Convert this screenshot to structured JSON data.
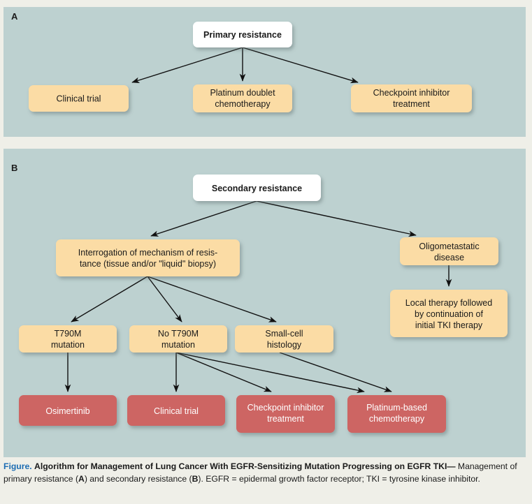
{
  "figure": {
    "panels": [
      {
        "letter": "A",
        "name": "primary-resistance",
        "root": {
          "label": "Primary resistance",
          "style": "white"
        },
        "children": [
          {
            "label": "Clinical trial",
            "style": "tan"
          },
          {
            "label": "Platinum doublet\nchemotherapy",
            "style": "tan"
          },
          {
            "label": "Checkpoint inhibitor\ntreatment",
            "style": "tan"
          }
        ]
      },
      {
        "letter": "B",
        "name": "secondary-resistance",
        "root": {
          "label": "Secondary resistance",
          "style": "white"
        },
        "level2": [
          {
            "label": "Interrogation of mechanism of resis-\ntance (tissue and/or \"liquid\" biopsy)",
            "style": "tan"
          },
          {
            "label": "Oligometastatic\ndisease",
            "style": "tan"
          }
        ],
        "level3": [
          {
            "label": "T790M\nmutation",
            "style": "tan"
          },
          {
            "label": "No  T790M\nmutation",
            "style": "tan"
          },
          {
            "label": "Small-cell\nhistology",
            "style": "tan"
          },
          {
            "label": "Local therapy followed\nby continuation of\ninitial TKI therapy",
            "style": "tan"
          }
        ],
        "level4": [
          {
            "label": "Osimertinib",
            "style": "red"
          },
          {
            "label": "Clinical trial",
            "style": "red"
          },
          {
            "label": "Checkpoint inhibitor\ntreatment",
            "style": "red"
          },
          {
            "label": "Platinum-based\nchemotherapy",
            "style": "red"
          }
        ]
      }
    ],
    "caption": {
      "lead": "Figure.",
      "title": "Algorithm for Management of Lung Cancer With EGFR-Sensitizing Mutation Progressing on EGFR TKI—",
      "body_1": "Management of primary resistance (",
      "body_a": "A",
      "body_2": ") and secondary resistance (",
      "body_b": "B",
      "body_3": "). EGFR = epidermal growth factor receptor; TKI = tyrosine kinase inhibitor."
    },
    "colors": {
      "panel_background": "#bdd1d0",
      "page_background": "#efefe8",
      "node_tan": "#fbdca5",
      "node_red": "#cd6563",
      "node_white": "#ffffff",
      "edge": "#111111",
      "caption_accent": "#1d6db3"
    }
  }
}
